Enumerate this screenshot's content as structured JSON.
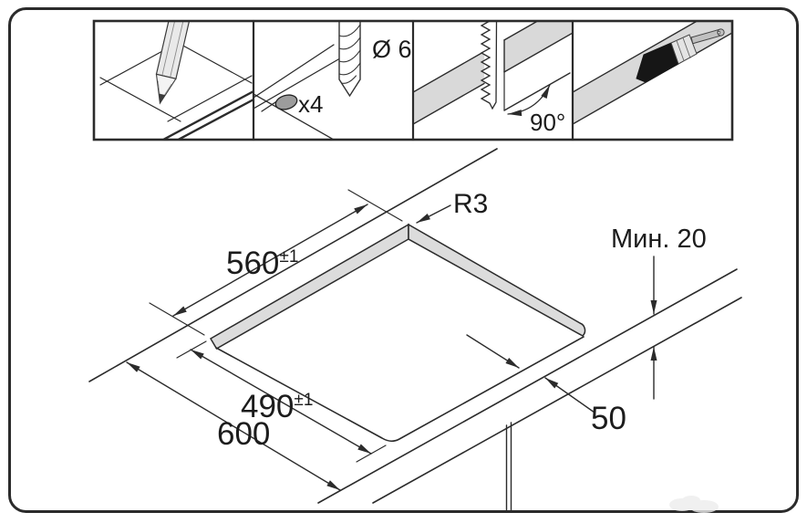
{
  "colors": {
    "line": "#2b2b2b",
    "surface_gray": "#d9d9d9",
    "hole_marker_gray": "#9c9c9c",
    "background": "#ffffff"
  },
  "instruction_steps": [
    {
      "id": "mark-cutout",
      "icon": "pencil-icon",
      "labels": {}
    },
    {
      "id": "drill-corner-holes",
      "icon": "drill-bit-icon",
      "labels": {
        "diameter": "Ø 6",
        "count": "x4"
      }
    },
    {
      "id": "saw-cutout",
      "icon": "jigsaw-blade-icon",
      "labels": {
        "angle": "90°"
      }
    },
    {
      "id": "seal-edges",
      "icon": "paint-brush-icon",
      "labels": {}
    }
  ],
  "dimensions": {
    "cutout_width": {
      "value": "560",
      "tolerance": "±1"
    },
    "cutout_depth": {
      "value": "490",
      "tolerance": "±1"
    },
    "worktop_depth": {
      "value": "600"
    },
    "front_clearance": {
      "value": "50"
    },
    "corner_radius": {
      "value": "R3"
    },
    "min_thickness": {
      "value": "Мин. 20"
    }
  }
}
